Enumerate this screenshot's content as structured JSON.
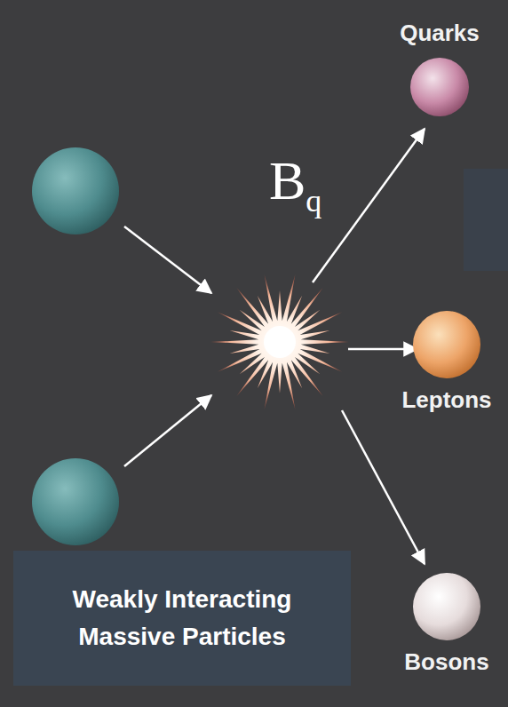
{
  "diagram": {
    "nodes": [
      {
        "text": [
          "Quarks"
        ]
      },
      {
        "text": [
          "Leptons"
        ]
      },
      {
        "text": [
          "Weakly Interacting Massive Particles"
        ]
      },
      {
        "text": [
          "Bosons"
        ]
      }
    ],
    "labels": [
      "B",
      "q"
    ]
  }
}
